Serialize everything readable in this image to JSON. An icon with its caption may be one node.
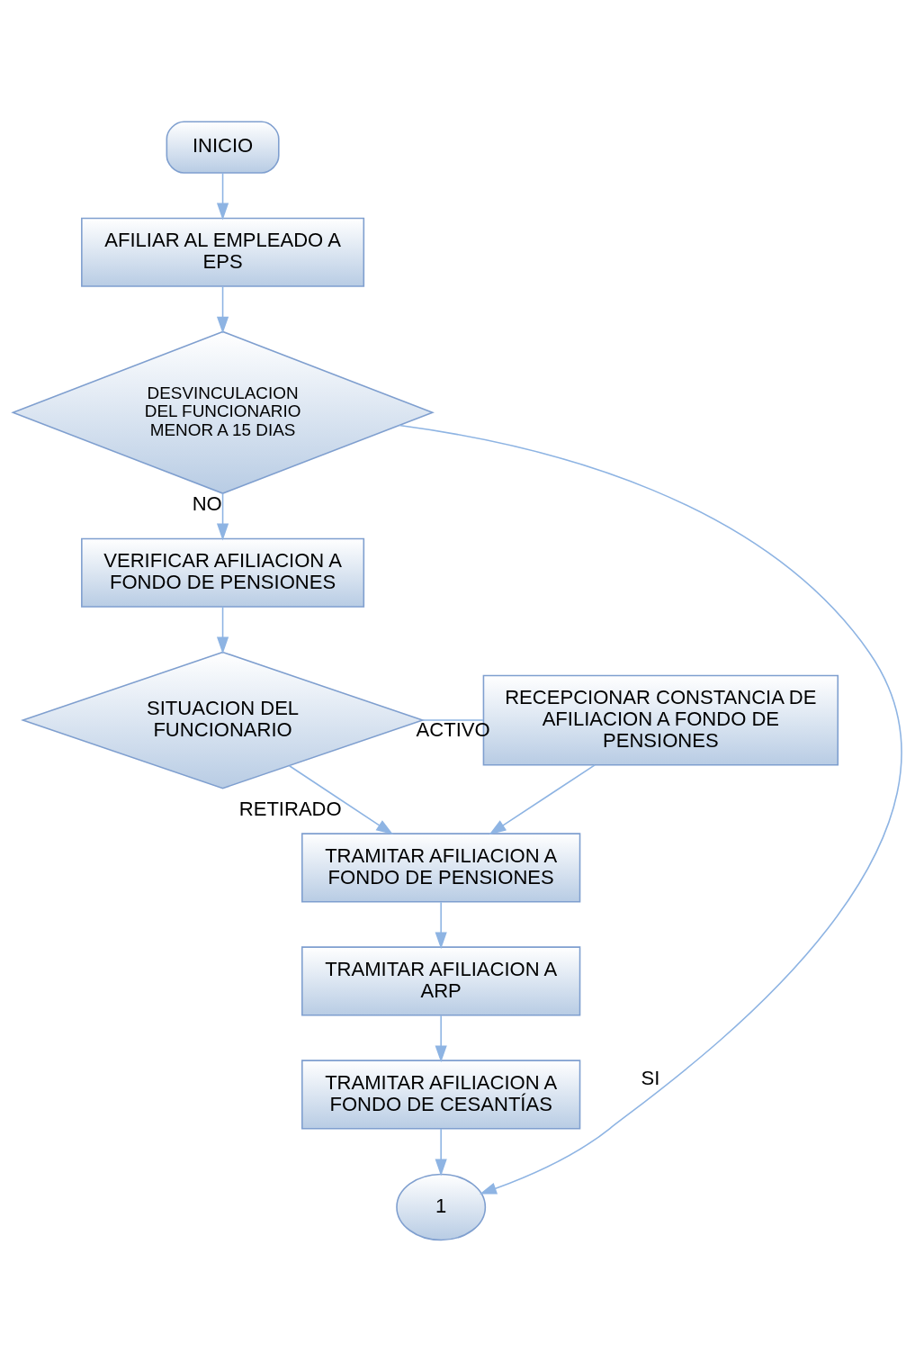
{
  "diagram": {
    "nodes": [
      {
        "text": [
          "INICIO"
        ]
      },
      {
        "text": [
          "AFILIAR AL EMPLEADO A EPS"
        ]
      },
      {
        "text": [
          "DESVINCULACION DEL FUNCIONARIO MENOR A 15 DIAS"
        ]
      },
      {
        "text": [
          "VERIFICAR AFILIACION A FONDO DE PENSIONES"
        ]
      },
      {
        "text": [
          "SITUACION DEL FUNCIONARIO"
        ]
      },
      {
        "text": [
          "RECEPCIONAR CONSTANCIA DE AFILIACION A FONDO DE PENSIONES"
        ]
      },
      {
        "text": [
          "TRAMITAR AFILIACION A FONDO DE PENSIONES"
        ]
      },
      {
        "text": [
          "TRAMITAR AFILIACION A ARP"
        ]
      },
      {
        "text": [
          "TRAMITAR AFILIACION A FONDO DE CESANTÍAS"
        ]
      },
      {
        "text": [
          "1"
        ]
      }
    ],
    "edges": [
      {
        "from": 0,
        "to": 1,
        "arrow": "to"
      },
      {
        "from": 1,
        "to": 2,
        "arrow": "to"
      },
      {
        "from": 2,
        "to": 3,
        "label": "NO",
        "arrow": "to"
      },
      {
        "from": 2,
        "to": 9,
        "label": "SI",
        "arrow": "to"
      },
      {
        "from": 3,
        "to": 4,
        "arrow": "to"
      },
      {
        "from": 4,
        "to": 5,
        "label": "ACTIVO",
        "arrow": "none"
      },
      {
        "from": 5,
        "to": 6,
        "arrow": "to"
      },
      {
        "from": 4,
        "to": 6,
        "label": "RETIRADO",
        "arrow": "to"
      },
      {
        "from": 6,
        "to": 7,
        "arrow": "to"
      },
      {
        "from": 7,
        "to": 8,
        "arrow": "to"
      },
      {
        "from": 8,
        "to": 9,
        "arrow": "to"
      }
    ]
  }
}
